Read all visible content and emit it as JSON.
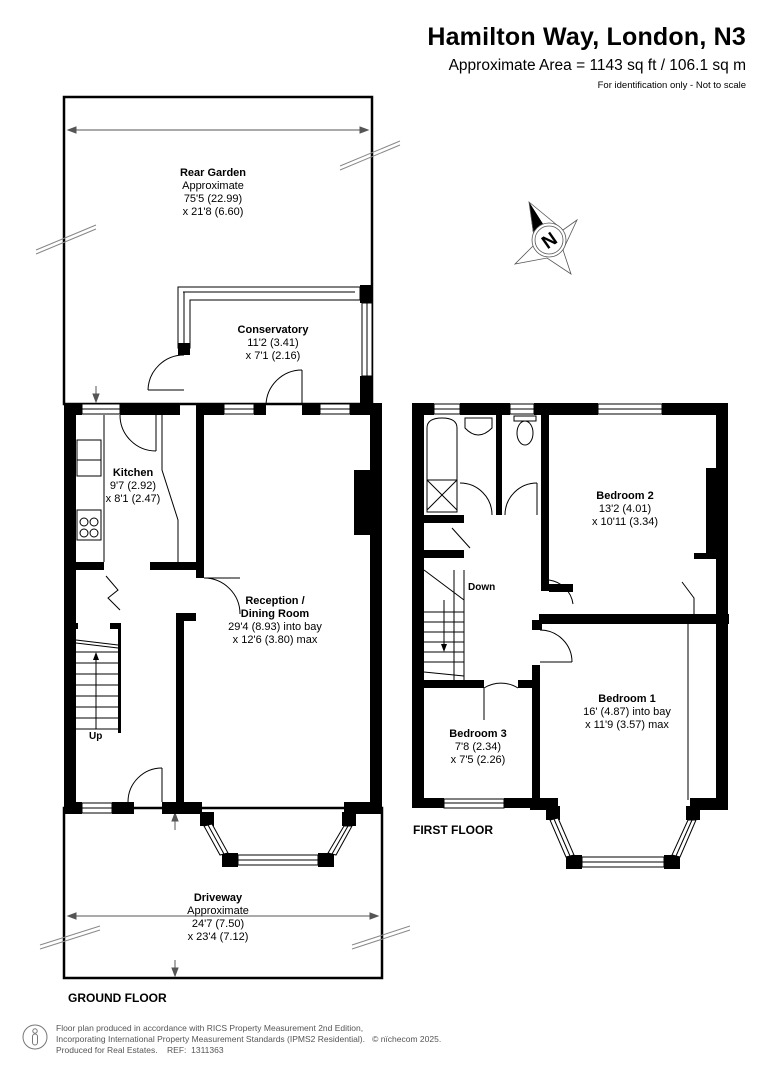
{
  "header": {
    "title": "Hamilton Way, London, N3",
    "area": "Approximate Area = 1143 sq ft / 106.1 sq m",
    "note": "For identification only - Not to scale"
  },
  "compass": {
    "icon": "north-compass-icon",
    "letter": "N"
  },
  "floors": [
    {
      "label": "GROUND FLOOR",
      "rooms": [
        {
          "name": "Rear Garden",
          "lines": [
            "Approximate",
            "75'5 (22.99)",
            "x 21'8 (6.60)"
          ]
        },
        {
          "name": "Conservatory",
          "lines": [
            "11'2 (3.41)",
            "x 7'1 (2.16)"
          ]
        },
        {
          "name": "Kitchen",
          "lines": [
            "9'7 (2.92)",
            "x 8'1 (2.47)"
          ]
        },
        {
          "name": "Reception / Dining Room",
          "name_lines": [
            "Reception /",
            "Dining Room"
          ],
          "lines": [
            "29'4 (8.93) into bay",
            "x 12'6 (3.80) max"
          ]
        },
        {
          "name": "Driveway",
          "lines": [
            "Approximate",
            "24'7 (7.50)",
            "x 23'4 (7.12)"
          ]
        }
      ],
      "stairs_label": "Up"
    },
    {
      "label": "FIRST FLOOR",
      "rooms": [
        {
          "name": "Bedroom 2",
          "lines": [
            "13'2 (4.01)",
            "x 10'11 (3.34)"
          ]
        },
        {
          "name": "Bedroom 1",
          "lines": [
            "16' (4.87) into bay",
            "x 11'9 (3.57) max"
          ]
        },
        {
          "name": "Bedroom 3",
          "lines": [
            "7'8 (2.34)",
            "x 7'5 (2.26)"
          ]
        }
      ],
      "stairs_label": "Down"
    }
  ],
  "footer": {
    "line1": "Floor plan produced in accordance with RICS Property Measurement 2nd Edition,",
    "line2": "Incorporating International Property Measurement Standards (IPMS2 Residential).   © nïchecom 2025.",
    "line3": "Produced for Real Estates.    REF:  1311363"
  }
}
